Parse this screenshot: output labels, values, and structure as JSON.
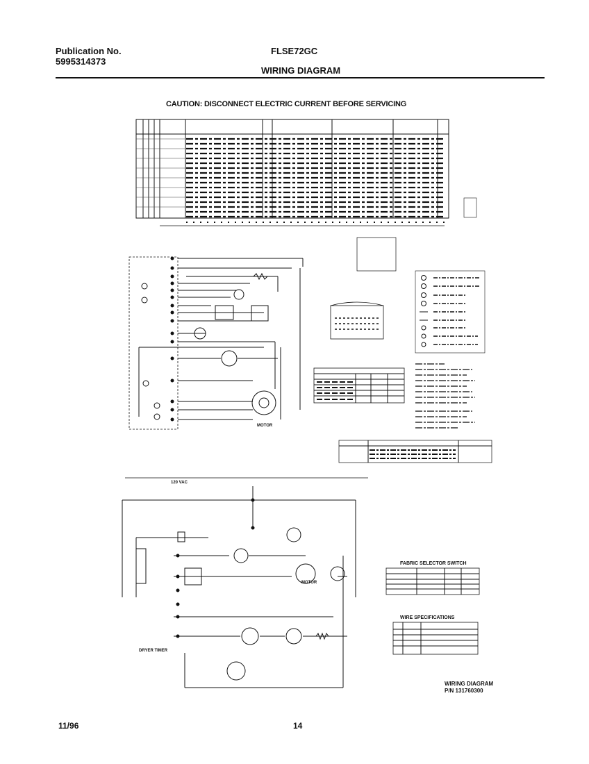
{
  "header": {
    "publication_label": "Publication No.",
    "publication_number": "5995314373",
    "model": "FLSE72GC",
    "title": "WIRING DIAGRAM"
  },
  "caution": "CAUTION: DISCONNECT ELECTRIC CURRENT BEFORE SERVICING",
  "footer": {
    "date": "11/96",
    "page": "14",
    "diagram_label": "WIRING DIAGRAM",
    "diagram_pn": "P/N 131760300"
  },
  "tables": {
    "fabric_selector_title": "FABRIC SELECTOR SWITCH",
    "wire_spec_title": "WIRE SPECIFICATIONS"
  },
  "labels": {
    "drive_motor": "MOTOR",
    "drain_pump": "MOTOR",
    "dryer_timer": "DRYER TIMER",
    "voltage": "120 VAC"
  }
}
